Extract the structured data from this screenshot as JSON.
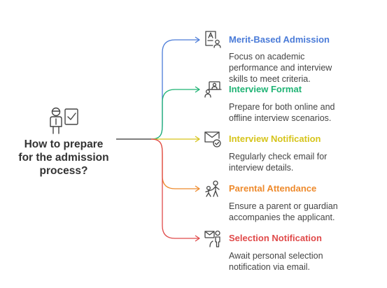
{
  "root": {
    "title_lines": [
      "How to prepare",
      "for the admission",
      "process?"
    ],
    "icon": "person-checklist-icon"
  },
  "branches": [
    {
      "title": "Merit-Based Admission",
      "description_lines": [
        "Focus on academic",
        "performance and interview",
        "skills to meet criteria."
      ],
      "color": "#4a7bd8",
      "icon": "document-person-icon"
    },
    {
      "title": "Interview Format",
      "description_lines": [
        "Prepare for both online and",
        "offline interview scenarios."
      ],
      "color": "#1fb374",
      "icon": "video-interview-icon"
    },
    {
      "title": "Interview Notification",
      "description_lines": [
        "Regularly check email for",
        "interview details."
      ],
      "color": "#d6c41a",
      "icon": "email-check-icon"
    },
    {
      "title": "Parental Attendance",
      "description_lines": [
        "Ensure a parent or guardian",
        "accompanies the applicant."
      ],
      "color": "#ee8a2c",
      "icon": "parent-child-icon"
    },
    {
      "title": "Selection Notification",
      "description_lines": [
        "Await personal selection",
        "notification via email."
      ],
      "color": "#e04a4a",
      "icon": "email-person-icon"
    }
  ]
}
